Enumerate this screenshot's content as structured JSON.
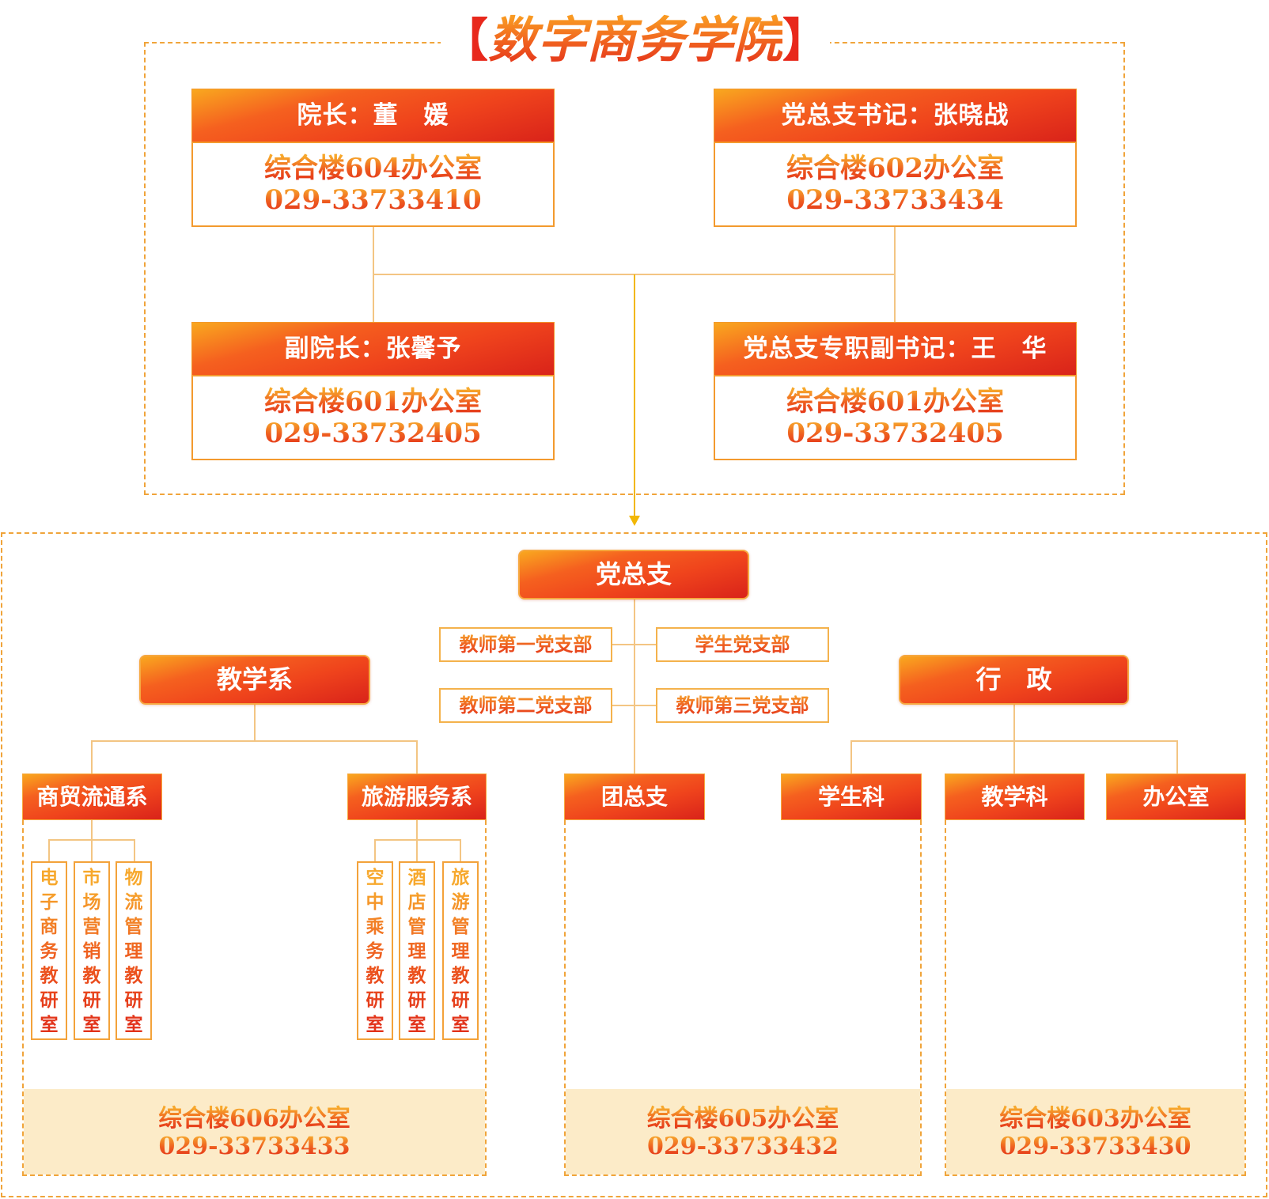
{
  "title": {
    "left_bracket": "【",
    "text": "数字商务学院",
    "right_bracket": "】"
  },
  "leadership": [
    {
      "role": "院长：董　媛",
      "office": "综合楼604办公室",
      "phone": "029-33733410"
    },
    {
      "role": "党总支书记：张晓战",
      "office": "综合楼602办公室",
      "phone": "029-33733434"
    },
    {
      "role": "副院长：张馨予",
      "office": "综合楼601办公室",
      "phone": "029-33732405"
    },
    {
      "role": "党总支专职副书记：王　华",
      "office": "综合楼601办公室",
      "phone": "029-33732405"
    }
  ],
  "party_committee": {
    "label": "党总支",
    "branches": [
      "教师第一党支部",
      "学生党支部",
      "教师第二党支部",
      "教师第三党支部"
    ]
  },
  "teaching": {
    "label": "教学系",
    "departments": [
      {
        "name": "商贸流通系",
        "rooms": [
          "电子商务教研室",
          "市场营销教研室",
          "物流管理教研室"
        ]
      },
      {
        "name": "旅游服务系",
        "rooms": [
          "空中乘务教研室",
          "酒店管理教研室",
          "旅游管理教研室"
        ]
      }
    ]
  },
  "youth_league": {
    "label": "团总支"
  },
  "administration": {
    "label": "行　政",
    "sections": [
      "学生科",
      "教学科",
      "办公室"
    ]
  },
  "office_panels": [
    {
      "office": "综合楼606办公室",
      "phone": "029-33733433"
    },
    {
      "office": "综合楼605办公室",
      "phone": "029-33733432"
    },
    {
      "office": "综合楼603办公室",
      "phone": "029-33733430"
    }
  ],
  "colors": {
    "header_orange": "#f9a81f",
    "header_red": "#ef431c",
    "border_orange": "#f0a43a",
    "connector": "#f3c583",
    "arrow_gold": "#f2b705",
    "footer_beige": "#fcebc8",
    "bracket_red": "#e8281c"
  }
}
